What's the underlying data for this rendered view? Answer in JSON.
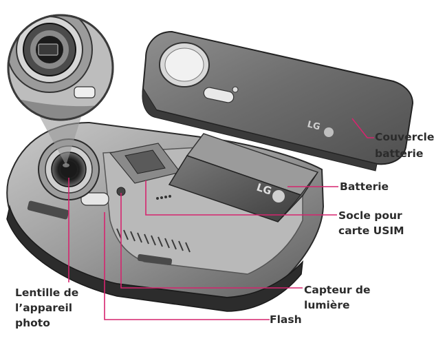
{
  "colors": {
    "leader": "#d6246e",
    "text": "#2b2b2b"
  },
  "parts": [
    "phone-body",
    "battery-cover",
    "battery",
    "camera-lens",
    "camera-magnified",
    "usim-socket",
    "light-sensor",
    "flash",
    "keypad-rail",
    "side-buttons"
  ],
  "logos": {
    "cover_logo": "LG",
    "battery_logo": "LG"
  },
  "labels": {
    "battery_cover": [
      "Couvercle",
      "batterie"
    ],
    "battery": [
      "Batterie"
    ],
    "usim_socket": [
      "Socle pour",
      "carte USIM"
    ],
    "light_sensor": [
      "Capteur de",
      "lumière"
    ],
    "flash": [
      "Flash"
    ],
    "camera_lens": [
      "Lentille de",
      "l’appareil",
      "photo"
    ]
  }
}
